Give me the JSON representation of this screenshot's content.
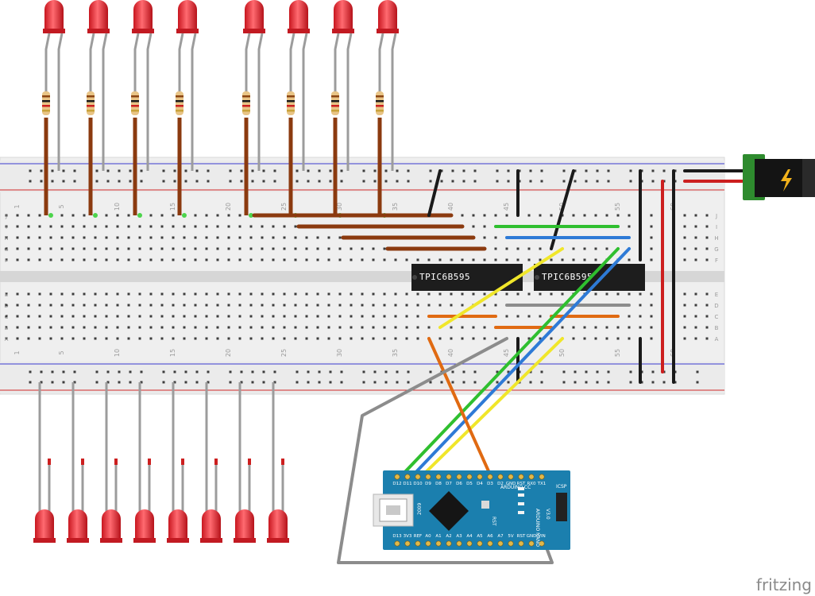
{
  "breadboard": {
    "column_numbers": [
      "1",
      "5",
      "10",
      "15",
      "20",
      "25",
      "30",
      "35",
      "40",
      "45",
      "50",
      "55",
      "60"
    ],
    "row_letters_top": [
      "J",
      "I",
      "H",
      "G",
      "F"
    ],
    "row_letters_bottom": [
      "E",
      "D",
      "C",
      "B",
      "A"
    ]
  },
  "chips": [
    {
      "label": "TPIC6B595"
    },
    {
      "label": "TPIC6B595"
    }
  ],
  "arduino": {
    "header_pins": [
      "D12",
      "D11",
      "D10",
      "D9",
      "D8",
      "D7",
      "D6",
      "D5",
      "D4",
      "D3",
      "D2",
      "GND",
      "RST",
      "RX0",
      "TX1"
    ],
    "bottom_pins": [
      "D13",
      "3V3",
      "REF",
      "A0",
      "A1",
      "A2",
      "A3",
      "A4",
      "A5",
      "A6",
      "A7",
      "5V",
      "RST",
      "GND",
      "VIN"
    ],
    "board_text": [
      "ARDUINO.CC",
      "ARDUINO NANO",
      "V3.0",
      "ICSP",
      "RST",
      "2009"
    ]
  },
  "leds": {
    "top_count": 8,
    "bottom_count": 8,
    "color": "#e8333a"
  },
  "power_jack": {
    "icon": "lightning-bolt-icon"
  },
  "wire_colors": {
    "brown": "#8b3a0f",
    "black": "#1a1a1a",
    "red": "#cc1f1f",
    "green": "#2fbf2f",
    "blue": "#2e7ad6",
    "yellow": "#f0e62a",
    "orange": "#e06a12",
    "gray": "#8c8c8c"
  },
  "brand_mark": "fritzing"
}
